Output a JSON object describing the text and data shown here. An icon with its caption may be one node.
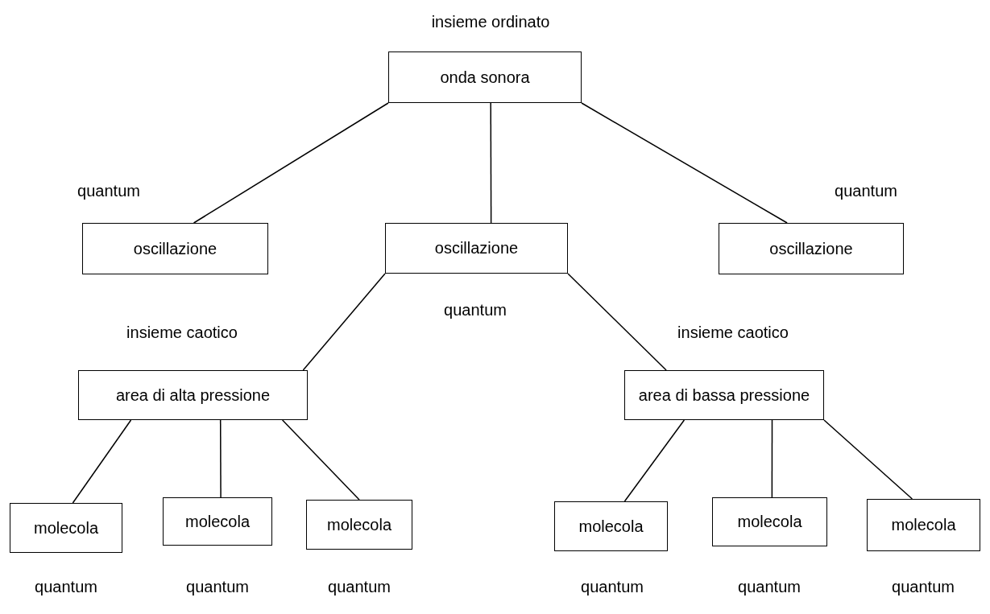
{
  "diagram": {
    "nodes": [
      {
        "text": [
          "onda sonora"
        ],
        "beside": [
          "insieme ordinato"
        ]
      },
      {
        "text": [
          "oscillazione"
        ],
        "beside": [
          "quantum"
        ]
      },
      {
        "text": [
          "oscillazione"
        ],
        "beside": [
          "quantum"
        ]
      },
      {
        "text": [
          "oscillazione"
        ],
        "beside": [
          "quantum"
        ]
      },
      {
        "text": [
          "area di alta pressione"
        ],
        "beside": [
          "insieme caotico"
        ]
      },
      {
        "text": [
          "area di bassa pressione"
        ],
        "beside": [
          "insieme caotico"
        ]
      },
      {
        "text": [
          "molecola"
        ]
      },
      {
        "text": [
          "molecola"
        ]
      },
      {
        "text": [
          "molecola"
        ]
      },
      {
        "text": [
          "molecola"
        ]
      },
      {
        "text": [
          "molecola"
        ]
      },
      {
        "text": [
          "molecola"
        ]
      }
    ],
    "edges": [
      {
        "from": 0,
        "to": 1,
        "arrow": "none"
      },
      {
        "from": 0,
        "to": 2,
        "arrow": "none"
      },
      {
        "from": 0,
        "to": 3,
        "arrow": "none"
      },
      {
        "from": 2,
        "to": 4,
        "arrow": "none"
      },
      {
        "from": 2,
        "to": 5,
        "arrow": "none"
      },
      {
        "from": 4,
        "to": 6,
        "arrow": "none"
      },
      {
        "from": 4,
        "to": 7,
        "arrow": "none"
      },
      {
        "from": 4,
        "to": 8,
        "arrow": "none"
      },
      {
        "from": 5,
        "to": 9,
        "arrow": "none"
      },
      {
        "from": 5,
        "to": 10,
        "arrow": "none"
      },
      {
        "from": 5,
        "to": 11,
        "arrow": "none"
      }
    ],
    "labels": [
      "quantum",
      "quantum",
      "quantum",
      "quantum",
      "quantum",
      "quantum"
    ]
  }
}
